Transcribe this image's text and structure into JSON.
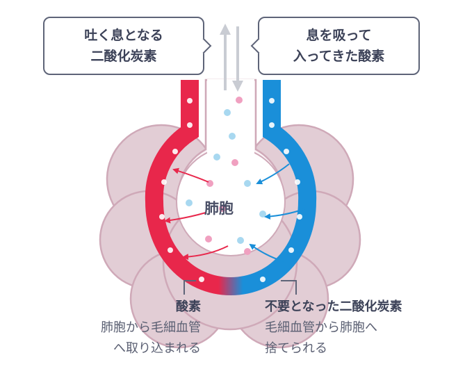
{
  "bubbles": {
    "exhaled": {
      "line1": "吐く息となる",
      "line2": "二酸化炭素"
    },
    "inhaled": {
      "line1": "息を吸って",
      "line2": "入ってきた酸素"
    }
  },
  "alveolus_label": "肺胞",
  "captions": {
    "left": {
      "title": "酸素",
      "line1": "肺胞から毛細血管",
      "line2": "へ取り込まれる"
    },
    "right": {
      "title": "不要となった二酸化炭素",
      "line1": "毛細血管から肺胞へ",
      "line2": "捨てられる"
    }
  },
  "colors": {
    "oxygen_blood": "#e8274b",
    "co2_blood": "#1a8fd9",
    "oxygen_dot": "#a8d8f0",
    "co2_dot": "#f0a0c0",
    "tissue": "#e2cdd5",
    "outline": "#cfa9b8",
    "text": "#3c4258"
  }
}
